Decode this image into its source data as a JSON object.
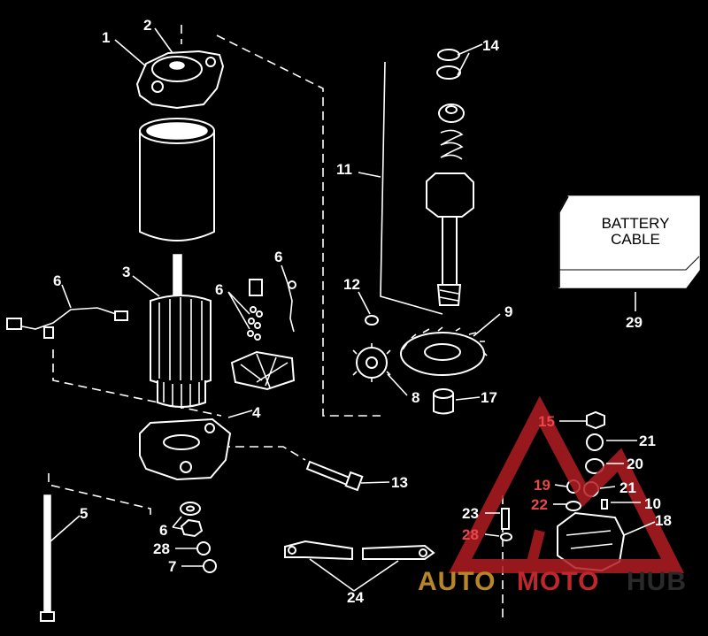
{
  "diagram": {
    "battery_cable": {
      "line1": "BATTERY",
      "line2": "CABLE"
    },
    "callouts": [
      {
        "id": "c1",
        "text": "1"
      },
      {
        "id": "c2",
        "text": "2"
      },
      {
        "id": "c3",
        "text": "3"
      },
      {
        "id": "c4",
        "text": "4"
      },
      {
        "id": "c5",
        "text": "5"
      },
      {
        "id": "c6a",
        "text": "6"
      },
      {
        "id": "c6b",
        "text": "6"
      },
      {
        "id": "c6c",
        "text": "6"
      },
      {
        "id": "c6d",
        "text": "6"
      },
      {
        "id": "c7",
        "text": "7"
      },
      {
        "id": "c8",
        "text": "8"
      },
      {
        "id": "c9",
        "text": "9"
      },
      {
        "id": "c10",
        "text": "10"
      },
      {
        "id": "c11",
        "text": "11"
      },
      {
        "id": "c12",
        "text": "12"
      },
      {
        "id": "c13",
        "text": "13"
      },
      {
        "id": "c14",
        "text": "14"
      },
      {
        "id": "c15",
        "text": "15"
      },
      {
        "id": "c17",
        "text": "17"
      },
      {
        "id": "c18",
        "text": "18"
      },
      {
        "id": "c19",
        "text": "19"
      },
      {
        "id": "c20",
        "text": "20"
      },
      {
        "id": "c21a",
        "text": "21"
      },
      {
        "id": "c21b",
        "text": "21"
      },
      {
        "id": "c22",
        "text": "22"
      },
      {
        "id": "c23",
        "text": "23"
      },
      {
        "id": "c24",
        "text": "24"
      },
      {
        "id": "c28a",
        "text": "28"
      },
      {
        "id": "c28b",
        "text": "28"
      },
      {
        "id": "c29",
        "text": "29"
      }
    ]
  },
  "watermark": {
    "part1": "AUTO",
    "part2": "MOTO",
    "part3": "HUB",
    "color1": "#b8862a",
    "color2": "#c0272d",
    "color3": "#2a2a2a"
  }
}
